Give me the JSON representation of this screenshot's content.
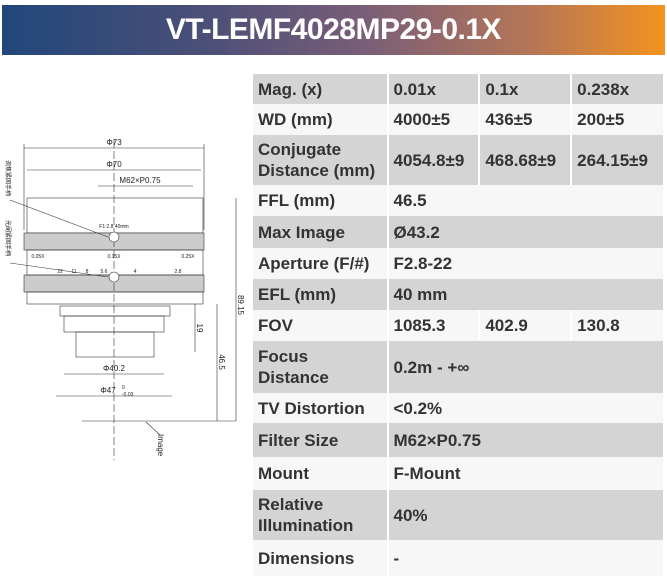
{
  "title": "VT-LEMF4028MP29-0.1X",
  "drawing": {
    "d73": "Φ73",
    "d70": "Φ70",
    "thread": "M62×P0.75",
    "d402": "Φ40.2",
    "d47": "Φ47",
    "tol_top": "0",
    "tol_bot": "-0.03",
    "h8915": "89.15",
    "h465": "46.5",
    "h19": "19",
    "image": "Image",
    "note1": "调焦紧固手柄",
    "note2": "光阑紧固手柄",
    "ring_text": "F1:2.8 40mm",
    "mag_scale": [
      "0.05X",
      "0.15X",
      "0.25X"
    ],
    "f_scale": [
      "2.8",
      "4",
      "5.6",
      "8",
      "11",
      "22"
    ]
  },
  "specs": [
    {
      "label": "Mag. (x)",
      "values": [
        "0.01x",
        "0.1x",
        "0.238x"
      ]
    },
    {
      "label": "WD (mm)",
      "values": [
        "4000±5",
        "436±5",
        "200±5"
      ]
    },
    {
      "label": "Conjugate Distance (mm)",
      "values": [
        "4054.8±9",
        "468.68±9",
        "264.15±9"
      ]
    },
    {
      "label": "FFL (mm)",
      "values": [
        "46.5"
      ]
    },
    {
      "label": "Max Image",
      "values": [
        "Ø43.2"
      ]
    },
    {
      "label": "Aperture (F/#)",
      "values": [
        "F2.8-22"
      ]
    },
    {
      "label": "EFL (mm)",
      "values": [
        "40 mm"
      ]
    },
    {
      "label": "FOV",
      "values": [
        "1085.3",
        "402.9",
        "130.8"
      ]
    },
    {
      "label": "Focus Distance",
      "values": [
        "0.2m - +∞"
      ]
    },
    {
      "label": "TV Distortion",
      "values": [
        "<0.2%"
      ]
    },
    {
      "label": "Filter Size",
      "values": [
        "M62×P0.75"
      ]
    },
    {
      "label": "Mount",
      "values": [
        "F-Mount"
      ]
    },
    {
      "label": "Relative Illumination",
      "values": [
        "40%"
      ]
    },
    {
      "label": "Dimensions",
      "values": [
        "-"
      ]
    }
  ]
}
